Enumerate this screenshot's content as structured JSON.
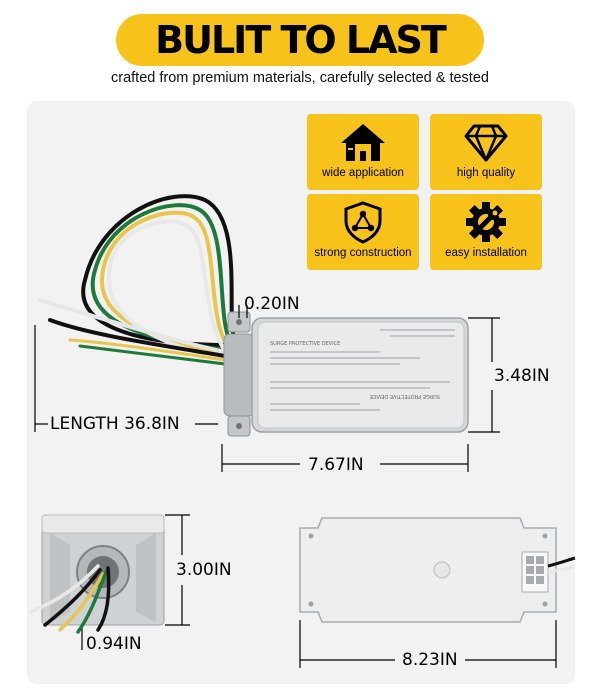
{
  "banner": {
    "title": "BULIT TO LAST"
  },
  "subtitle": "crafted from premium materials, carefully selected & tested",
  "features": [
    {
      "label": "wide  application",
      "icon": "house-icon"
    },
    {
      "label": "high quality",
      "icon": "diamond-icon"
    },
    {
      "label": "strong construction",
      "icon": "shield-network-icon"
    },
    {
      "label": "easy installation",
      "icon": "gear-wrench-icon"
    }
  ],
  "dimensions": {
    "mount_offset": "0.20IN",
    "height": "3.48IN",
    "cable_length": "LENGTH 36.8IN",
    "width": "7.67IN",
    "depth": "3.00IN",
    "conduit": "0.94IN",
    "mount_width": "8.23IN"
  },
  "device": {
    "label_title": "SURGE PROTECTIVE DEVICE",
    "side_label": "SURGE PROTECTIVE DEVICE"
  },
  "colors": {
    "accent": "#f7c31a",
    "panel": "#f2f2f2"
  }
}
